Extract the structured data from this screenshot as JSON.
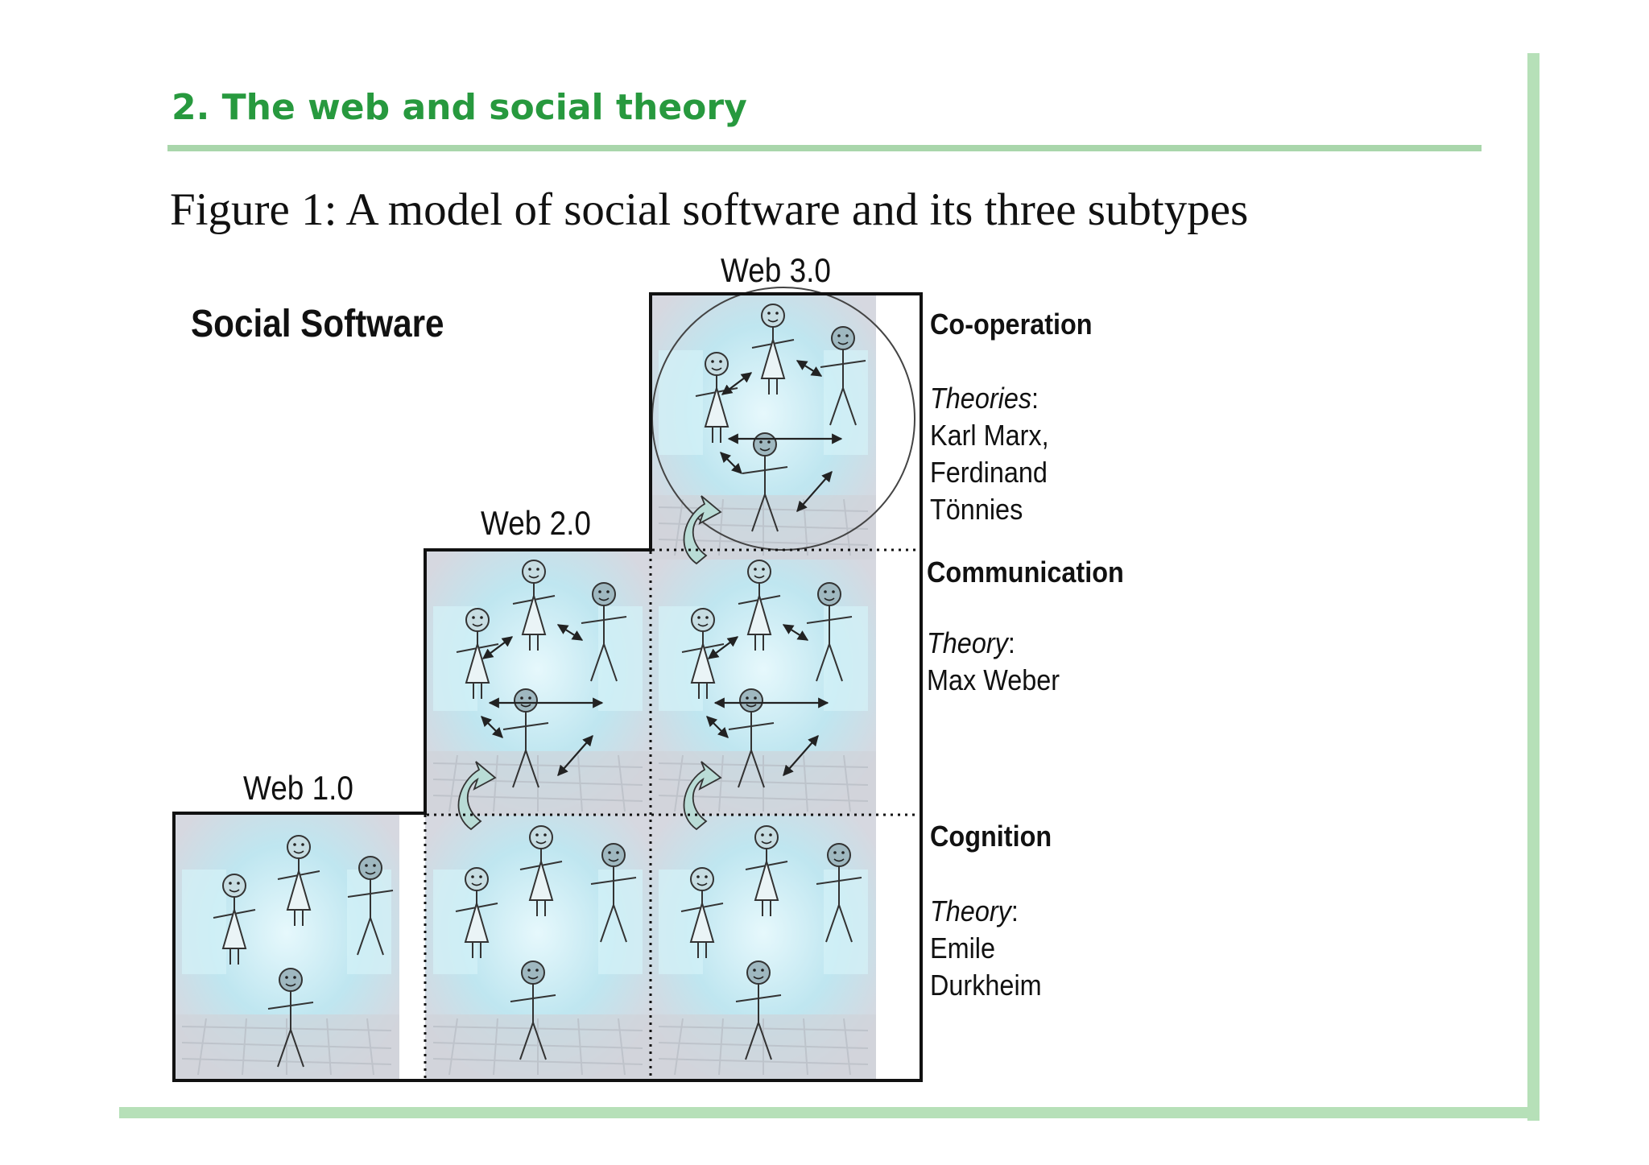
{
  "slide": {
    "title": "2. The web and social theory",
    "figure_caption": "Figure 1: A model of social software and its three subtypes"
  },
  "diagram": {
    "title": "Social Software",
    "web_labels": {
      "web1": "Web 1.0",
      "web2": "Web 2.0",
      "web3": "Web 3.0"
    },
    "categories": {
      "cooperation": {
        "title": "Co-operation",
        "label": "Theories",
        "names": [
          "Karl Marx,",
          "Ferdinand",
          "Tönnies"
        ]
      },
      "communication": {
        "title": "Communication",
        "label": "Theory",
        "names": [
          "Max Weber"
        ]
      },
      "cognition": {
        "title": "Cognition",
        "label": "Theory",
        "names": [
          "Emile",
          "Durkheim"
        ]
      }
    }
  },
  "colors": {
    "title_green": "#27993e",
    "rule_green": "#a9d6ab",
    "cell_background": "#d8dbe3",
    "screen_glow": "#bfeaf3"
  }
}
